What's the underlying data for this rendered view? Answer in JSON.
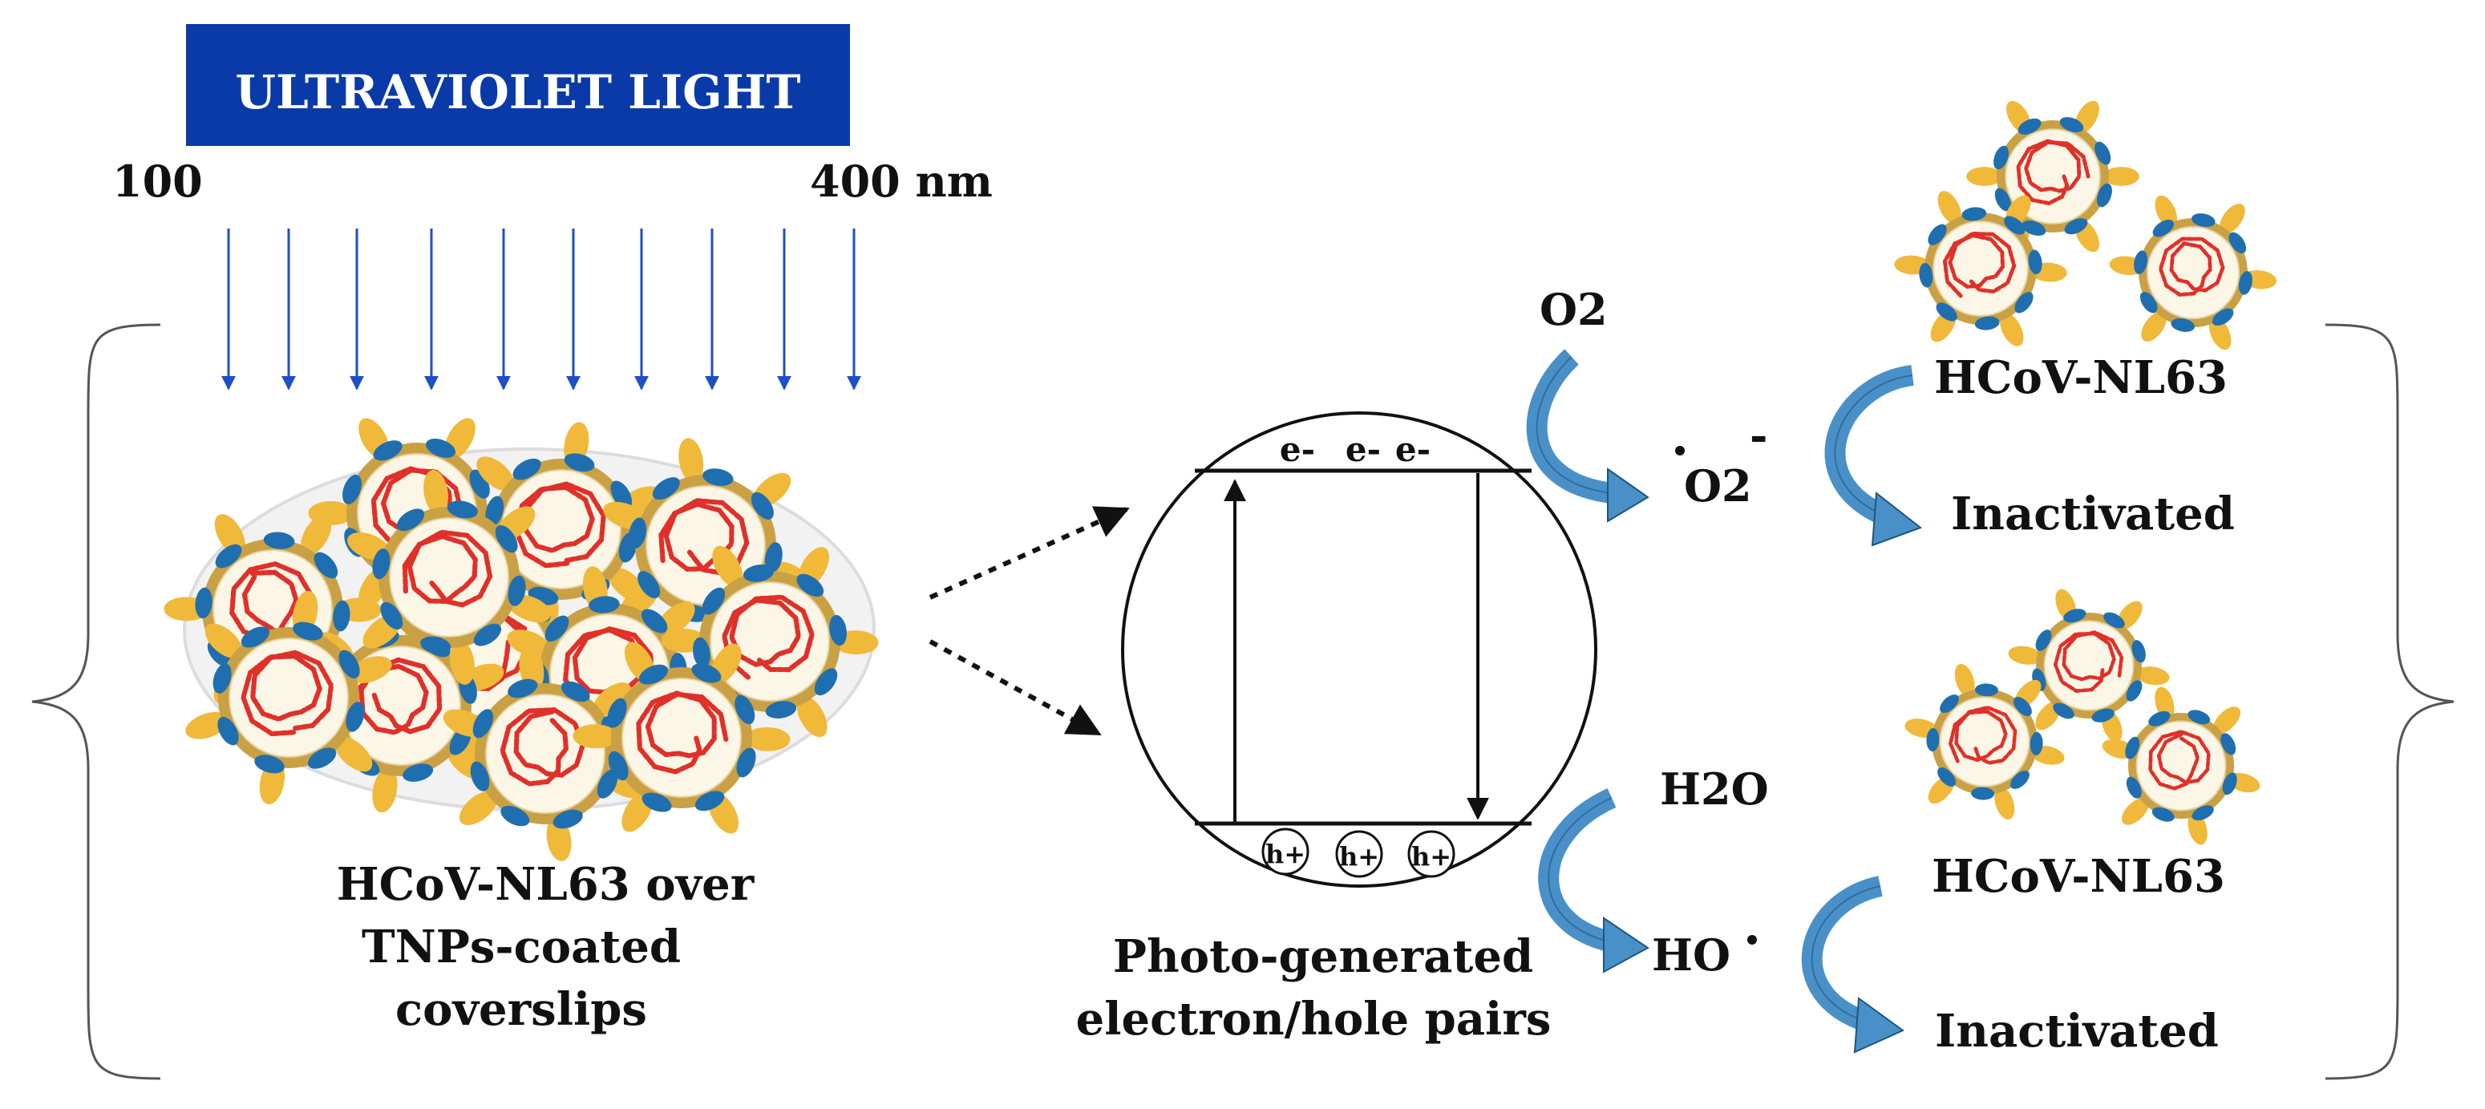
{
  "colors": {
    "uv_banner": "#0a3aa8",
    "uv_arrow": "#1f4fc8",
    "curved_arrow": "#4a90c8",
    "virus_shell": "#c9a043",
    "virus_spike": "#f0b93a",
    "virus_protein": "#1f6fb0",
    "virus_rna": "#e0302a",
    "virus_core": "#fbf6e6"
  },
  "uv": {
    "banner_label": "ULTRAVIOLET LIGHT",
    "range_start": "100",
    "range_end": "400 nm"
  },
  "left_panel": {
    "caption_lines": [
      "HCoV-NL63 over",
      "TNPs-coated",
      "coverslips"
    ]
  },
  "band_diagram": {
    "electrons": [
      "e-",
      "e-",
      "e-"
    ],
    "holes": [
      "h+",
      "h+",
      "h+"
    ],
    "caption_lines": [
      "Photo-generated",
      "electron/hole pairs"
    ]
  },
  "reactions": {
    "reactant_top": "O2",
    "product_top": "O2",
    "product_top_charge": "-",
    "reactant_bottom": "H2O",
    "product_bottom": "HO"
  },
  "virus_targets": {
    "label_top": "HCoV-NL63",
    "result_top": "Inactivated",
    "label_bottom": "HCoV-NL63",
    "result_bottom": "Inactivated"
  }
}
